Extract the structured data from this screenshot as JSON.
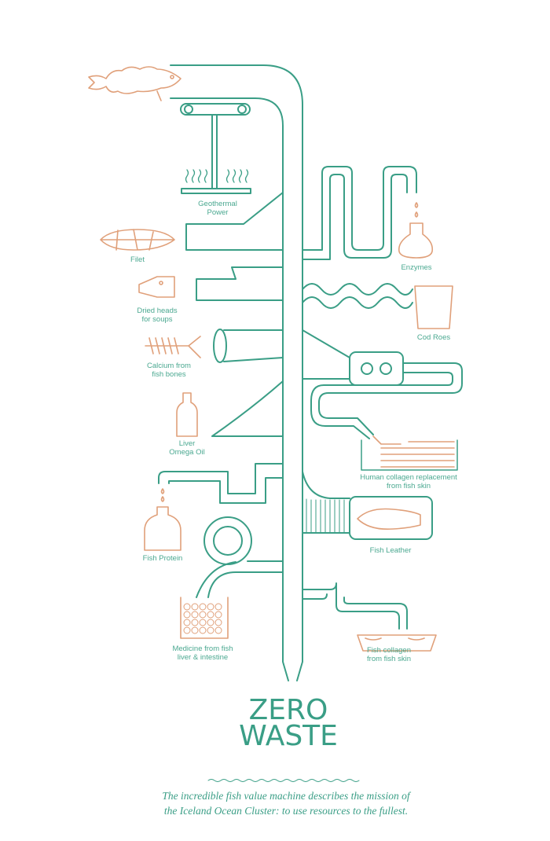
{
  "colors": {
    "pipe": "#3a9e86",
    "product": "#e0a07a",
    "text": "#4aa890"
  },
  "labels": {
    "geothermal": [
      "Geothermal",
      "Power"
    ],
    "filet": [
      "Filet"
    ],
    "dried_heads": [
      "Dried heads",
      "for soups"
    ],
    "calcium": [
      "Calcium from",
      "fish bones"
    ],
    "liver_oil": [
      "Liver",
      "Omega Oil"
    ],
    "fish_protein": [
      "Fish Protein"
    ],
    "medicine": [
      "Medicine from fish",
      "liver & intestine"
    ],
    "enzymes": [
      "Enzymes"
    ],
    "cod_roes": [
      "Cod Roes"
    ],
    "human_collagen": [
      "Human collagen replacement",
      "from fish skin"
    ],
    "fish_leather": [
      "Fish Leather"
    ],
    "fish_collagen": [
      "Fish collagen",
      "from fish skin"
    ]
  },
  "title": [
    "ZERO",
    "WASTE"
  ],
  "caption": [
    "The incredible fish value machine describes the mission of",
    "the Iceland Ocean Cluster: to use resources to the fullest."
  ]
}
